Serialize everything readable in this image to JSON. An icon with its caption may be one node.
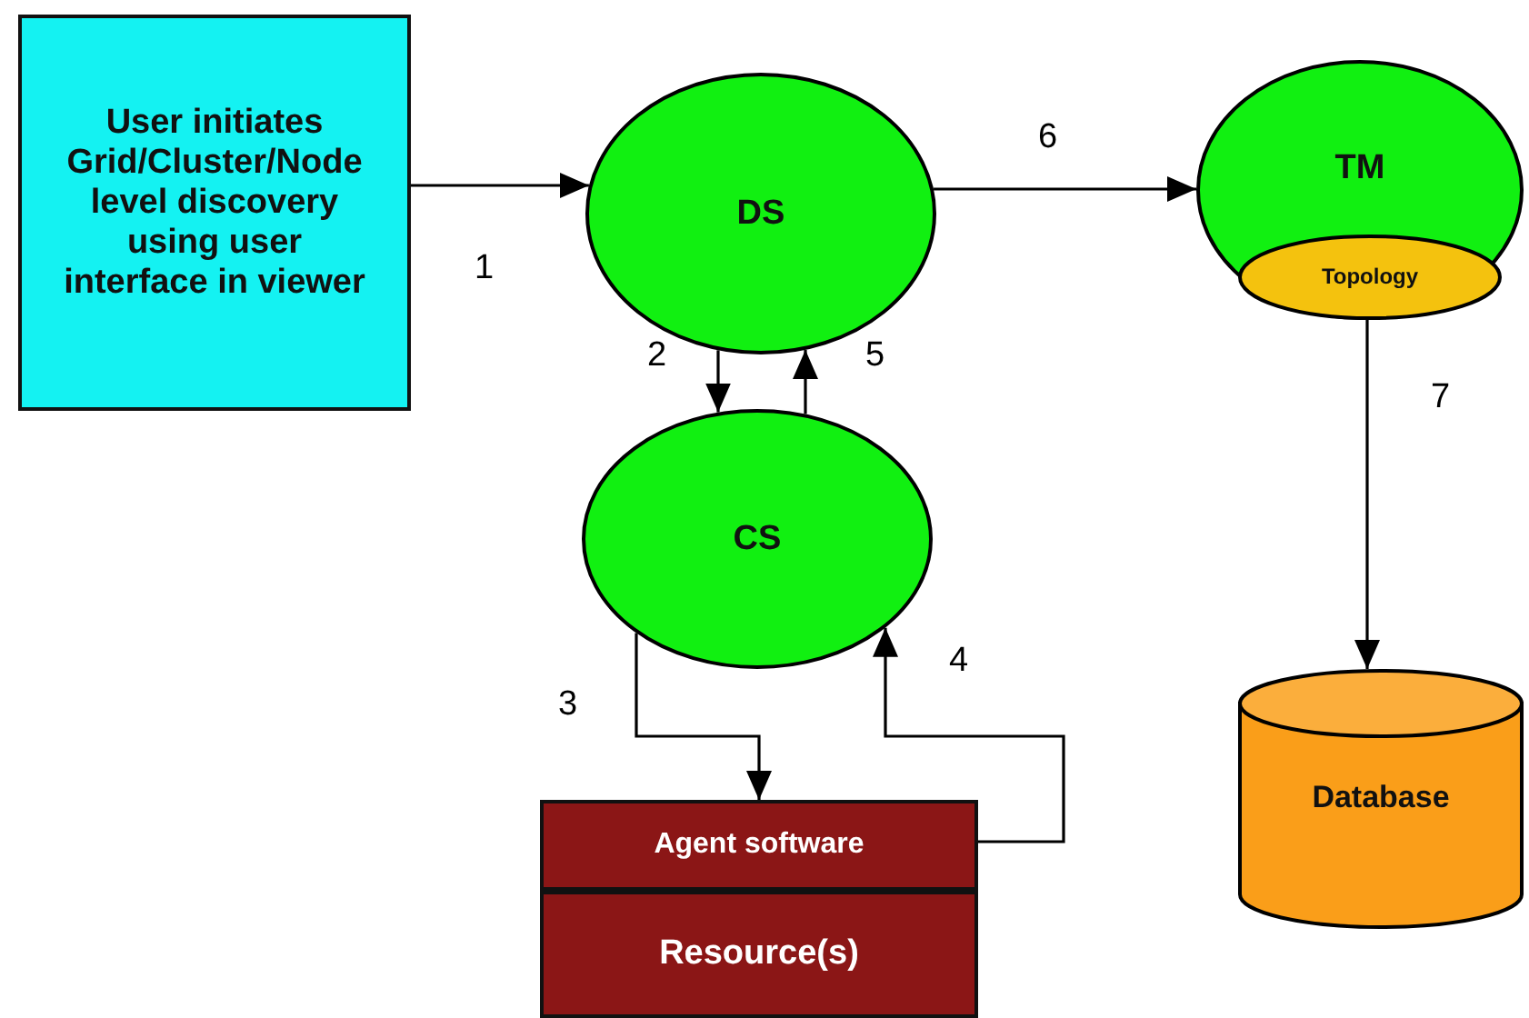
{
  "diagram": {
    "nodes": [
      {
        "text": [
          "User initiates Grid/Cluster/Node level discovery using user interface in viewer"
        ]
      },
      {
        "text": [
          "DS"
        ]
      },
      {
        "text": [
          "TM"
        ]
      },
      {
        "text": [
          "Topology"
        ],
        "in": 2
      },
      {
        "text": [
          "CS"
        ]
      },
      {
        "text": [
          "Agent software"
        ]
      },
      {
        "text": [
          "Resource(s)"
        ]
      },
      {
        "text": [
          "Database"
        ]
      }
    ],
    "edges": [
      {
        "from": 0,
        "to": 1,
        "arrow": "to",
        "label": "1"
      },
      {
        "from": 1,
        "to": 4,
        "arrow": "to",
        "label": "2"
      },
      {
        "from": 4,
        "to": 5,
        "arrow": "to",
        "label": "3"
      },
      {
        "from": 5,
        "to": 4,
        "arrow": "to",
        "label": "4"
      },
      {
        "from": 4,
        "to": 1,
        "arrow": "to",
        "label": "5"
      },
      {
        "from": 1,
        "to": 2,
        "arrow": "to",
        "label": "6"
      },
      {
        "from": 3,
        "to": 7,
        "arrow": "to",
        "label": "7"
      }
    ]
  }
}
